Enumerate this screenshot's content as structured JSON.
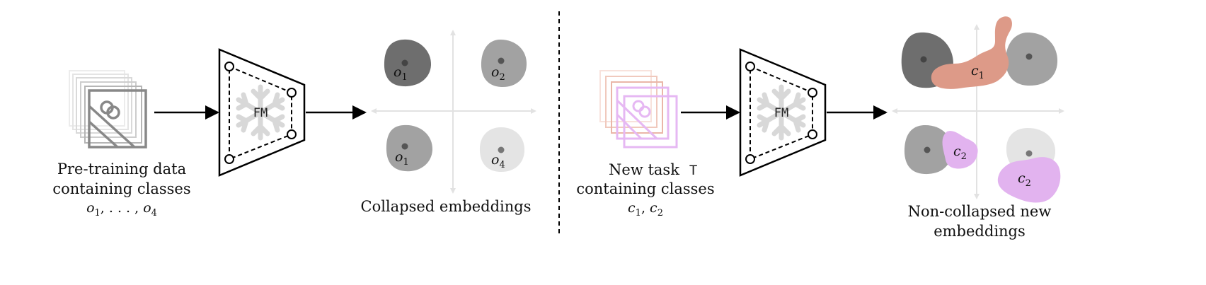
{
  "left_panel": {
    "input_caption": [
      "Pre-training data",
      "containing classes"
    ],
    "input_classes": {
      "sym": "o",
      "first": "1",
      "mid": ", . . . , ",
      "last_sym": "o",
      "last": "4"
    },
    "model_label": "FM",
    "embeddings_caption": "Collapsed embeddings",
    "clusters": [
      {
        "sym": "o",
        "sub": "1",
        "color": "#6e6e6e"
      },
      {
        "sym": "o",
        "sub": "2",
        "color": "#a2a2a2"
      },
      {
        "sym": "o",
        "sub": "1",
        "color": "#a2a2a2"
      },
      {
        "sym": "o",
        "sub": "4",
        "color": "#e4e4e4"
      }
    ]
  },
  "right_panel": {
    "input_caption_prefix": "New task",
    "task_symbol": "T",
    "input_caption_line2": "containing classes",
    "input_classes": {
      "sym1": "c",
      "sub1": "1",
      "sep": ", ",
      "sym2": "c",
      "sub2": "2"
    },
    "model_label": "FM",
    "embeddings_caption": [
      "Non-collapsed new",
      "embeddings"
    ],
    "new_clusters": [
      {
        "sym": "c",
        "sub": "1",
        "color": "#dd9a88"
      },
      {
        "sym": "c",
        "sub": "2",
        "color": "#e2b3ef"
      },
      {
        "sym": "c",
        "sub": "2",
        "color": "#e2b3ef"
      }
    ]
  },
  "colors": {
    "arrow": "#000000",
    "axis": "#e2e2e2",
    "divider": "#000000"
  }
}
